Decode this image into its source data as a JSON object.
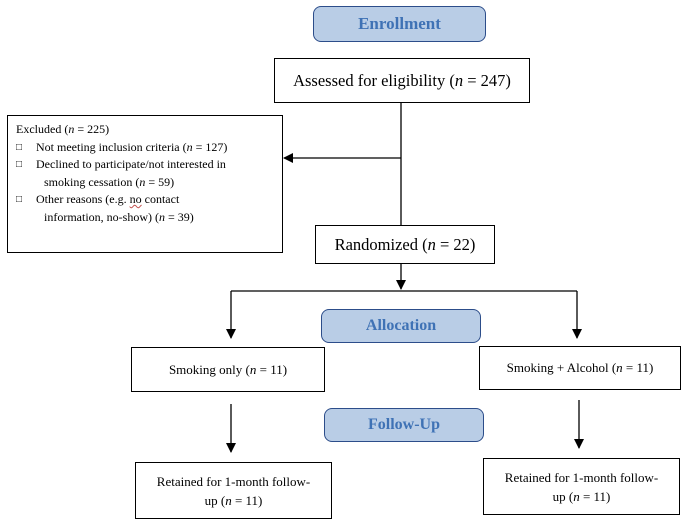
{
  "stages": {
    "enrollment": "Enrollment",
    "allocation": "Allocation",
    "followup": "Follow-Up"
  },
  "assessed": {
    "prefix": "Assessed for eligibility (",
    "n": "n",
    "suffix": " = 247)"
  },
  "excluded": {
    "title_prefix": "Excluded (",
    "title_n": "n",
    "title_suffix": " = 225)",
    "bullet_glyph": "□",
    "reason1_prefix": "Not meeting inclusion criteria (",
    "reason1_n": "n",
    "reason1_suffix": " = 127)",
    "reason2_line1": "Declined to participate/not interested in",
    "reason2_line2_prefix": "smoking cessation (",
    "reason2_n": "n",
    "reason2_suffix": " = 59)",
    "reason3_prefix": "Other reasons (e.g. ",
    "reason3_flag": "no",
    "reason3_line1_suffix": " contact",
    "reason3_line2_prefix": "information, no-show) (",
    "reason3_n": "n",
    "reason3_suffix": " = 39)"
  },
  "randomized": {
    "prefix": "Randomized (",
    "n": "n",
    "suffix": " = 22)"
  },
  "arm_left": {
    "prefix": "Smoking only (",
    "n": "n",
    "suffix": " = 11)"
  },
  "arm_right": {
    "prefix": "Smoking + Alcohol (",
    "n": "n",
    "suffix": " = 11)"
  },
  "retained_left": {
    "line1": "Retained for 1-month follow-",
    "line2_prefix": "up (",
    "n": "n",
    "line2_suffix": " = 11)"
  },
  "retained_right": {
    "line1": "Retained for 1-month follow-",
    "line2_prefix": "up (",
    "n": "n",
    "line2_suffix": " = 11)"
  },
  "colors": {
    "stage_fill": "#b9cde6",
    "stage_border": "#2c4d8a",
    "stage_text": "#3f72b5",
    "line": "#000000"
  }
}
